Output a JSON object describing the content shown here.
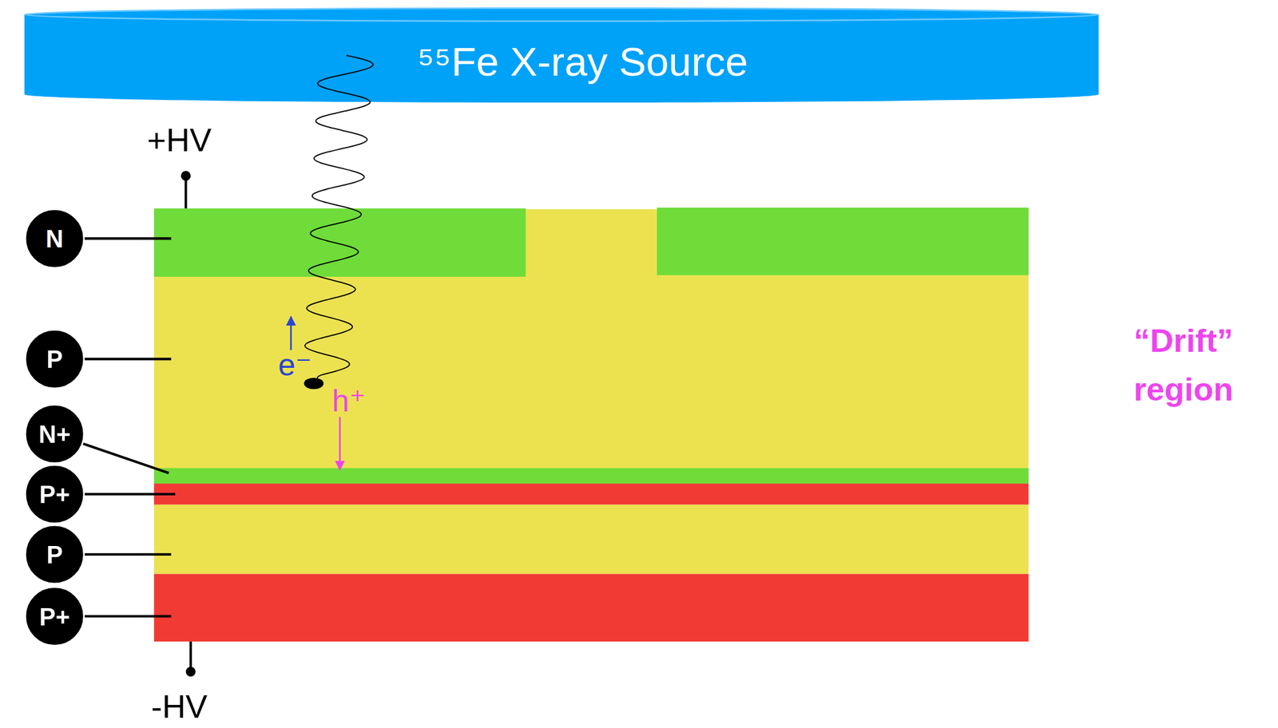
{
  "diagram": {
    "nodes": [
      {
        "text": [
          "⁵⁵Fe X-ray Source"
        ]
      },
      {
        "text": [
          "N"
        ]
      },
      {
        "text": [
          "P"
        ]
      },
      {
        "text": [
          "N+"
        ]
      },
      {
        "text": [
          "P+"
        ]
      },
      {
        "text": [
          "P"
        ]
      },
      {
        "text": [
          "P+"
        ]
      }
    ],
    "labels": [
      "+HV",
      "-HV",
      "e⁻",
      "h⁺",
      "“Drift” region"
    ]
  }
}
